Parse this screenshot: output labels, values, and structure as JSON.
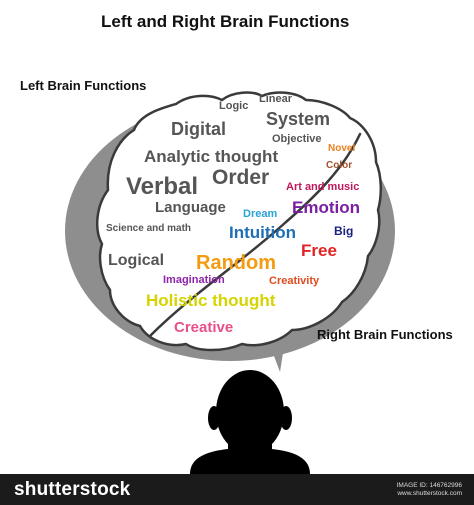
{
  "title": "Left and Right Brain Functions",
  "labels": {
    "left": "Left Brain Functions",
    "right": "Right Brain Functions"
  },
  "left_words": [
    {
      "text": "Logic",
      "color": "#555555"
    },
    {
      "text": "Linear",
      "color": "#555555"
    },
    {
      "text": "Digital",
      "color": "#555555"
    },
    {
      "text": "System",
      "color": "#555555"
    },
    {
      "text": "Objective",
      "color": "#555555"
    },
    {
      "text": "Analytic thought",
      "color": "#555555"
    },
    {
      "text": "Verbal",
      "color": "#555555"
    },
    {
      "text": "Order",
      "color": "#555555"
    },
    {
      "text": "Language",
      "color": "#555555"
    },
    {
      "text": "Science and math",
      "color": "#555555"
    },
    {
      "text": "Logical",
      "color": "#555555"
    }
  ],
  "right_words": [
    {
      "text": "Novel",
      "color": "#e8821e"
    },
    {
      "text": "Color",
      "color": "#a0522d"
    },
    {
      "text": "Art and music",
      "color": "#c0185a"
    },
    {
      "text": "Emotion",
      "color": "#7b1fa2"
    },
    {
      "text": "Dream",
      "color": "#29a3d6"
    },
    {
      "text": "Intuition",
      "color": "#1e6fb5"
    },
    {
      "text": "Big",
      "color": "#1a237e"
    },
    {
      "text": "Free",
      "color": "#e02424"
    },
    {
      "text": "Random",
      "color": "#f39c12"
    },
    {
      "text": "Imagination",
      "color": "#8e24aa"
    },
    {
      "text": "Creativity",
      "color": "#e04a1e"
    },
    {
      "text": "Holistic thought",
      "color": "#d4d400"
    },
    {
      "text": "Creative",
      "color": "#e8508a"
    }
  ],
  "footer": {
    "brand": "shutterstock",
    "image_id": "IMAGE ID: 146762996",
    "site": "www.shutterstock.com"
  },
  "colors": {
    "bubble": "#8e8e8e",
    "brain_fill": "#ffffff",
    "head": "#000000"
  }
}
